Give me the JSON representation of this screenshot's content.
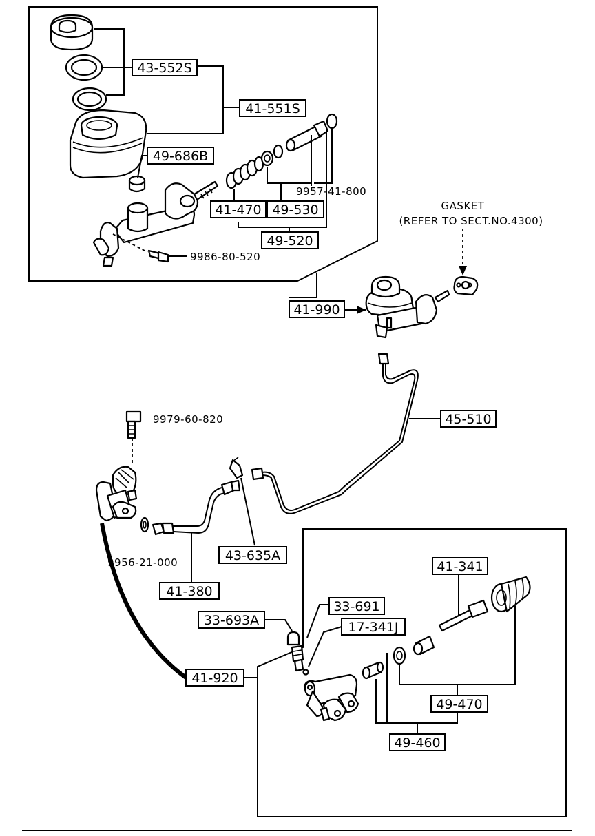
{
  "labels": {
    "l43_552S": "43-552S",
    "l41_551S": "41-551S",
    "l49_686B": "49-686B",
    "l41_470": "41-470",
    "l49_530": "49-530",
    "l49_520": "49-520",
    "l41_990": "41-990",
    "l45_510": "45-510",
    "l43_635A": "43-635A",
    "l41_380": "41-380",
    "l33_693A": "33-693A",
    "l33_691": "33-691",
    "l17_341J": "17-341J",
    "l41_920": "41-920",
    "l41_341": "41-341",
    "l49_470": "49-470",
    "l49_460": "49-460"
  },
  "plain_text": {
    "p9957": "9957-41-800",
    "p9986": "9986-80-520",
    "gasket_title": "GASKET",
    "gasket_ref": "(REFER TO SECT.NO.4300)",
    "p9979": "9979-60-820",
    "p9956": "9956-21-000"
  }
}
